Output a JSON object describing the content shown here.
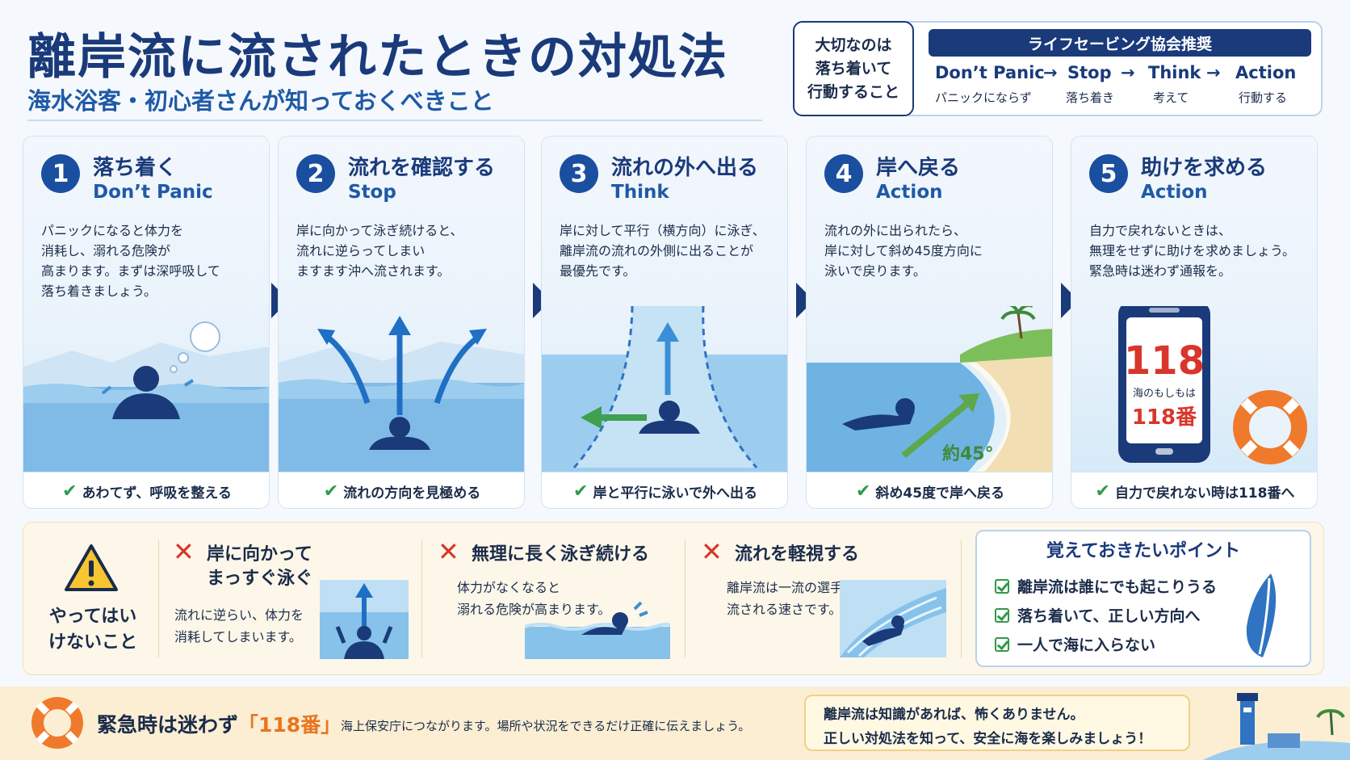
{
  "header": {
    "title": "離岸流に流されたときの対処法",
    "subtitle": "海水浴客・初心者さんが知っておくべきこと"
  },
  "tip": {
    "lines": [
      "大切なのは",
      "落ち着いて",
      "行動すること"
    ],
    "band": "ライフセービング協会推奨",
    "flow": [
      {
        "en": "Don’t Panic",
        "jp": "パニックにならず"
      },
      {
        "en": "Stop",
        "jp": "落ち着き"
      },
      {
        "en": "Think",
        "jp": "考えて"
      },
      {
        "en": "Action",
        "jp": "行動する"
      }
    ],
    "arrow": "→"
  },
  "steps": [
    {
      "num": "1",
      "jp": "落ち着く",
      "en": "Don’t Panic",
      "desc": [
        "パニックになると体力を",
        "消耗し、溺れる危険が",
        "高まります。まずは深呼吸して",
        "落ち着きましょう。"
      ],
      "check": "あわてず、呼吸を整える"
    },
    {
      "num": "2",
      "jp": "流れを確認する",
      "en": "Stop",
      "desc": [
        "岸に向かって泳ぎ続けると、",
        "流れに逆らってしまい",
        "ますます沖へ流されます。"
      ],
      "check": "流れの方向を見極める"
    },
    {
      "num": "3",
      "jp": "流れの外へ出る",
      "en": "Think",
      "desc": [
        "岸に対して平行（横方向）に泳ぎ、",
        "離岸流の流れの外側に出ることが",
        "最優先です。"
      ],
      "check": "岸と平行に泳いで外へ出る"
    },
    {
      "num": "4",
      "jp": "岸へ戻る",
      "en": "Action",
      "desc": [
        "流れの外に出られたら、",
        "岸に対して斜め45度方向に",
        "泳いで戻ります。"
      ],
      "check": "斜め45度で岸へ戻る",
      "angle": "約45°"
    },
    {
      "num": "5",
      "jp": "助けを求める",
      "en": "Action",
      "desc": [
        "自力で戻れないときは、",
        "無理をせずに助けを求めましょう。",
        "緊急時は迷わず通報を。"
      ],
      "check": "自力で戻れない時は118番へ",
      "phone": {
        "big": "118",
        "small": "海のもしもは",
        "num": "118番"
      }
    }
  ],
  "donts": {
    "title": [
      "やってはい",
      "けないこと"
    ],
    "items": [
      {
        "head": [
          "岸に向かって",
          "まっすぐ泳ぐ"
        ],
        "desc": [
          "流れに逆らい、体力を",
          "消耗してしまいます。"
        ]
      },
      {
        "head": [
          "無理に長く泳ぎ続ける"
        ],
        "desc": [
          "体力がなくなると",
          "溺れる危険が高まります。"
        ]
      },
      {
        "head": [
          "流れを軽視する"
        ],
        "desc": [
          "離岸流は一流の選手でも",
          "流される速さです。"
        ]
      }
    ]
  },
  "points": {
    "title": "覚えておきたいポイント",
    "items": [
      "離岸流は誰にでも起こりうる",
      "落ち着いて、正しい方向へ",
      "一人で海に入らない"
    ]
  },
  "footer": {
    "main_pre": "緊急時は迷わず",
    "main_hl": "「118番」",
    "sub": "海上保安庁につながります。場所や状況をできるだけ正確に伝えましょう。",
    "msg": [
      "離岸流は知識があれば、怖くありません。",
      "正しい対処法を知って、安全に海を楽しみましょう！"
    ]
  },
  "colors": {
    "navy": "#1a3a7a",
    "blue": "#1f5aa6",
    "green": "#2f9a48",
    "red": "#d8362b",
    "orange": "#e8761f"
  }
}
